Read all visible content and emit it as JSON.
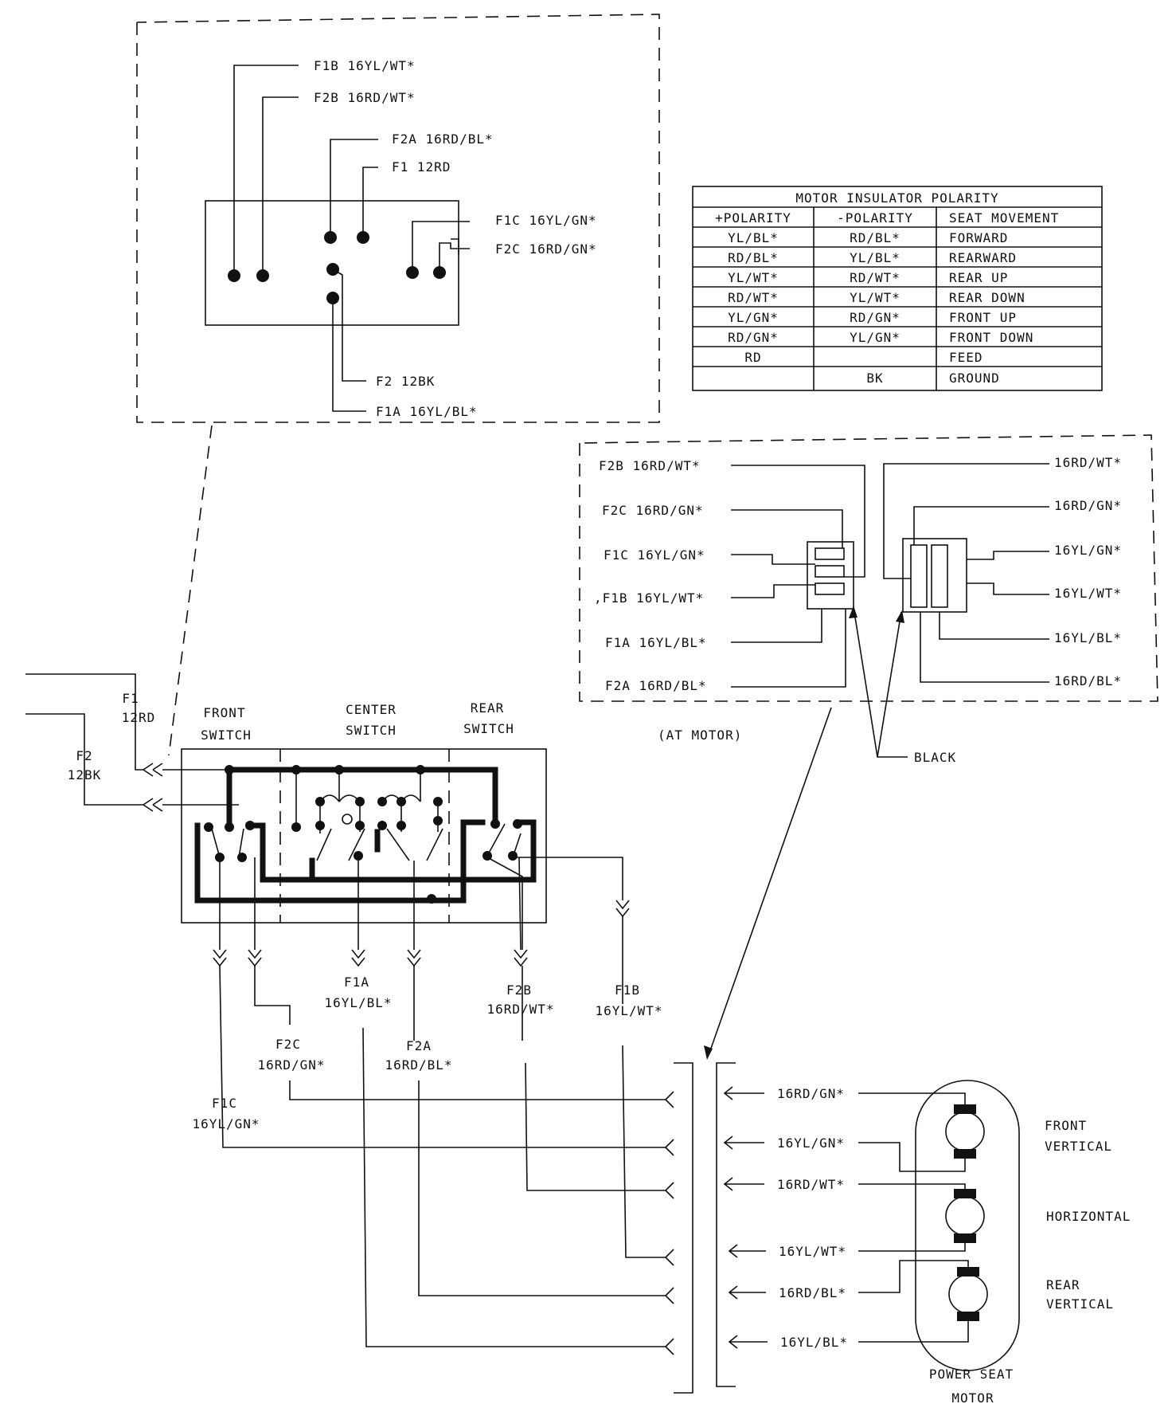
{
  "top_connector": {
    "f1b": "F1B 16YL/WT*",
    "f2b": "F2B 16RD/WT*",
    "f2a": "F2A 16RD/BL*",
    "f1": "F1 12RD",
    "f1c": "F1C 16YL/GN*",
    "f2c": "F2C 16RD/GN*",
    "f2": "F2 12BK",
    "f1a": "F1A 16YL/BL*"
  },
  "polarity_table": {
    "title": "MOTOR INSULATOR POLARITY",
    "headers": [
      "+POLARITY",
      "-POLARITY",
      "SEAT MOVEMENT"
    ],
    "rows": [
      [
        "YL/BL*",
        "RD/BL*",
        "FORWARD"
      ],
      [
        "RD/BL*",
        "YL/BL*",
        "REARWARD"
      ],
      [
        "YL/WT*",
        "RD/WT*",
        "REAR UP"
      ],
      [
        "RD/WT*",
        "YL/WT*",
        "REAR DOWN"
      ],
      [
        "YL/GN*",
        "RD/GN*",
        "FRONT UP"
      ],
      [
        "RD/GN*",
        "YL/GN*",
        "FRONT DOWN"
      ],
      [
        "RD",
        "",
        "FEED"
      ],
      [
        "",
        "BK",
        "GROUND"
      ]
    ]
  },
  "motor_connector": {
    "left": [
      "F2B 16RD/WT*",
      "F2C 16RD/GN*",
      "F1C 16YL/GN*",
      ",F1B 16YL/WT*",
      "F1A 16YL/BL*",
      "F2A 16RD/BL*"
    ],
    "right": [
      "16RD/WT*",
      "16RD/GN*",
      "16YL/GN*",
      "16YL/WT*",
      "16YL/BL*",
      "16RD/BL*"
    ],
    "caption": "(AT MOTOR)",
    "black": "BLACK"
  },
  "switch": {
    "f1_line1": "F1",
    "f1_line2": "12RD",
    "f2_line1": "F2",
    "f2_line2": "12BK",
    "front_line1": "FRONT",
    "front_line2": "SWITCH",
    "center_line1": "CENTER",
    "center_line2": "SWITCH",
    "rear_line1": "REAR",
    "rear_line2": "SWITCH"
  },
  "outputs": {
    "f1a_1": "F1A",
    "f1a_2": "16YL/BL*",
    "f2b_1": "F2B",
    "f2b_2": "16RD/WT*",
    "f1b_1": "F1B",
    "f1b_2": "16YL/WT*",
    "f2c_1": "F2C",
    "f2c_2": "16RD/GN*",
    "f2a_1": "F2A",
    "f2a_2": "16RD/BL*",
    "f1c_1": "F1C",
    "f1c_2": "16YL/GN*"
  },
  "motor": {
    "wires": [
      "16RD/GN*",
      "16YL/GN*",
      "16RD/WT*",
      "16YL/WT*",
      "16RD/BL*",
      "16YL/BL*"
    ],
    "front_1": "FRONT",
    "front_2": "VERTICAL",
    "horizontal": "HORIZONTAL",
    "rear_1": "REAR",
    "rear_2": "VERTICAL",
    "title_1": "POWER SEAT",
    "title_2": "MOTOR"
  }
}
